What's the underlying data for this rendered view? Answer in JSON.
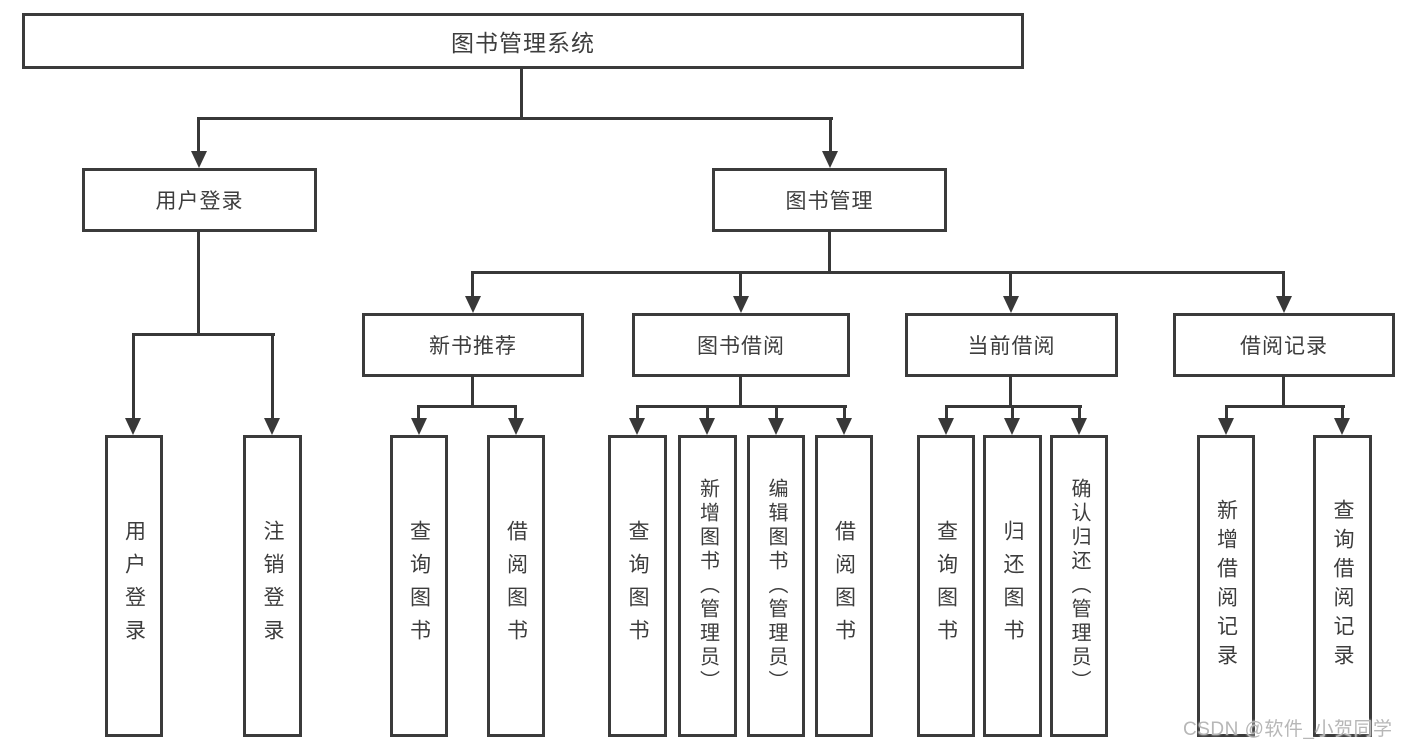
{
  "diagram": {
    "type": "hierarchy",
    "title": "图书管理系统",
    "hierarchy": {
      "root": [
        "user_login",
        "book_mgmt"
      ],
      "user_login": [
        "ul_login",
        "ul_logout"
      ],
      "book_mgmt": [
        "new_book_rec",
        "book_borrow",
        "current_borrow",
        "borrow_records"
      ],
      "new_book_rec": [
        "nbr_query",
        "nbr_borrow"
      ],
      "book_borrow": [
        "bb_query",
        "bb_add",
        "bb_edit",
        "bb_borrow"
      ],
      "current_borrow": [
        "cb_query",
        "cb_return",
        "cb_confirm"
      ],
      "borrow_records": [
        "br_add",
        "br_query"
      ]
    }
  },
  "nodes": {
    "root": {
      "label": "图书管理系统"
    },
    "user_login": {
      "label": "用户登录"
    },
    "book_mgmt": {
      "label": "图书管理"
    },
    "new_book_rec": {
      "label": "新书推荐"
    },
    "book_borrow": {
      "label": "图书借阅"
    },
    "current_borrow": {
      "label": "当前借阅"
    },
    "borrow_records": {
      "label": "借阅记录"
    },
    "ul_login": {
      "label": "用户登录"
    },
    "ul_logout": {
      "label": "注销登录"
    },
    "nbr_query": {
      "label": "查询图书"
    },
    "nbr_borrow": {
      "label": "借阅图书"
    },
    "bb_query": {
      "label": "查询图书"
    },
    "bb_add": {
      "label": "新增图书（管理员）"
    },
    "bb_edit": {
      "label": "编辑图书（管理员）"
    },
    "bb_borrow": {
      "label": "借阅图书"
    },
    "cb_query": {
      "label": "查询图书"
    },
    "cb_return": {
      "label": "归还图书"
    },
    "cb_confirm": {
      "label": "确认归还（管理员）"
    },
    "br_add": {
      "label": "新增借阅记录"
    },
    "br_query": {
      "label": "查询借阅记录"
    }
  },
  "colors": {
    "line": "#383838",
    "border": "#3b3b3b",
    "text": "#3d3d3d",
    "watermark": "#b7b7b7",
    "background": "#ffffff"
  },
  "watermark": "CSDN @软件_小贺同学"
}
